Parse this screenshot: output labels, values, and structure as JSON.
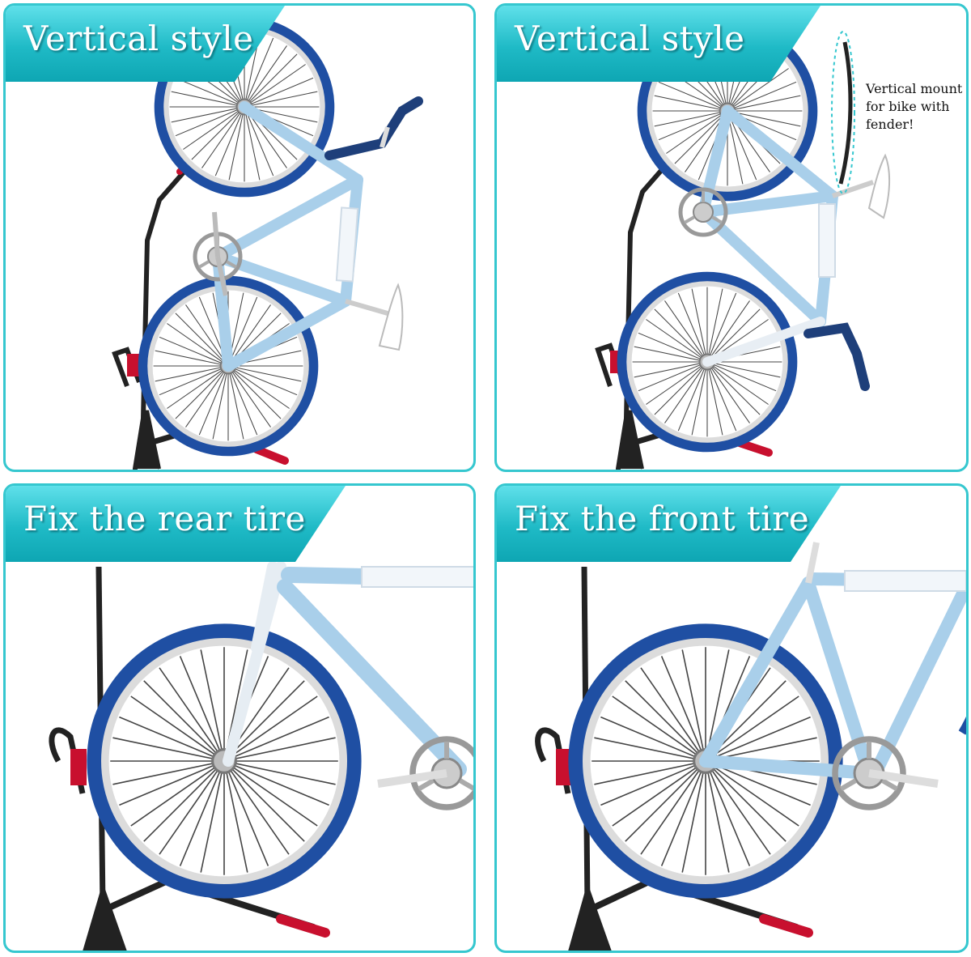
{
  "panels": [
    {
      "title": "Vertical style"
    },
    {
      "title": "Vertical style",
      "note": "Vertical mount for bike with fender!"
    },
    {
      "title": "Fix the rear tire"
    },
    {
      "title": "Fix the front tire"
    }
  ],
  "colors": {
    "accent": "#1fbac6",
    "frame": "#a9cfea",
    "tire": "#1f4fa3",
    "stand": "#222222",
    "pad": "#c8102e"
  }
}
